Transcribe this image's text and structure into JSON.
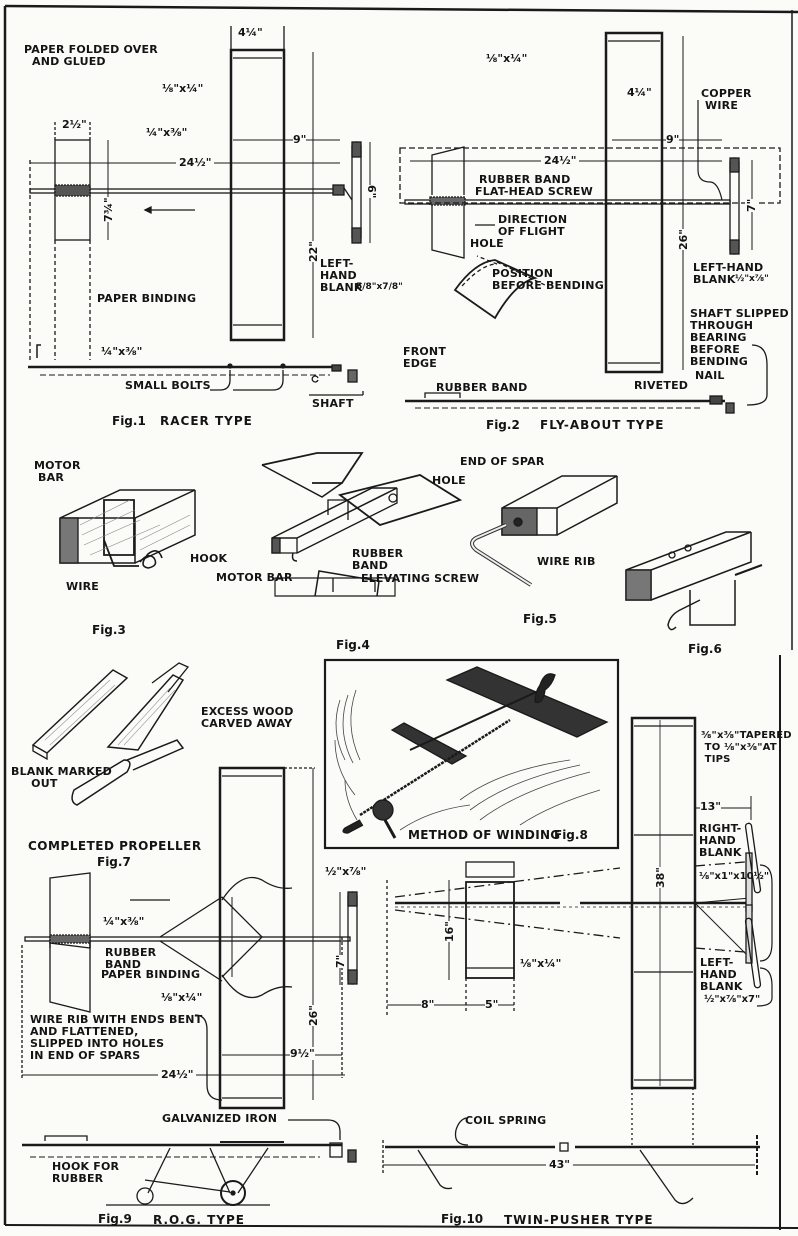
{
  "figures": {
    "fig1": {
      "number": "Fig.1",
      "title": "RACER TYPE",
      "labels": {
        "paper_folded": "PAPER FOLDED OVER\n  AND GLUED",
        "paper_binding": "PAPER BINDING",
        "left_hand_blank": "LEFT-\nHAND\nBLANK",
        "left_hand_blank_size": "5/8\"x7/8\"",
        "small_bolts": "SMALL BOLTS",
        "shaft": "SHAFT"
      },
      "dimensions": {
        "wing_chord": "4¼\"",
        "spar": "⅛\"x¼\"",
        "stabilizer_chord": "2½\"",
        "motor_stick": "¼\"x⅜\"",
        "overall_length": "24½\"",
        "stabilizer_span": "7¾\"",
        "tail_gap": "9\"",
        "wingspan": "22\"",
        "propeller": "6\"",
        "side_stick": "¼\"x⅜\""
      }
    },
    "fig2": {
      "number": "Fig.2",
      "title": "FLY-ABOUT TYPE",
      "labels": {
        "copper_wire": "COPPER\n WIRE",
        "rubber_band": "RUBBER BAND",
        "flat_head_screw": "FLAT-HEAD SCREW",
        "direction": "DIRECTION\nOF FLIGHT",
        "hole": "HOLE",
        "position_before": "POSITION\nBEFORE BENDING",
        "front_edge": "FRONT\nEDGE",
        "left_hand_blank": "LEFT-HAND\nBLANK",
        "left_hand_blank_size": "½\"x⅞\"",
        "shaft_slipped": "SHAFT SLIPPED\nTHROUGH\nBEARING\nBEFORE\nBENDING",
        "nail": "NAIL",
        "riveted": "RIVETED",
        "rubber_band_side": "RUBBER BAND"
      },
      "dimensions": {
        "spar": "⅛\"x¼\"",
        "wing_chord": "4¼\"",
        "tail_gap": "9\"",
        "overall_length": "24½\"",
        "propeller": "7\"",
        "wingspan": "26\""
      }
    },
    "fig3": {
      "number": "Fig.3",
      "labels": {
        "motor_bar": "MOTOR\n BAR",
        "hook": "HOOK",
        "wire": "WIRE"
      }
    },
    "fig4": {
      "number": "Fig.4",
      "labels": {
        "hole": "HOLE",
        "rubber_band": "RUBBER\nBAND",
        "motor_bar": "MOTOR BAR",
        "elevating_screw": "ELEVATING SCREW"
      }
    },
    "fig5": {
      "number": "Fig.5",
      "labels": {
        "end_of_spar": "END OF SPAR",
        "wire_rib": "WIRE RIB"
      }
    },
    "fig6": {
      "number": "Fig.6"
    },
    "fig7": {
      "number": "Fig.7",
      "title": "COMPLETED PROPELLER",
      "labels": {
        "blank_marked_out": "BLANK MARKED\n     OUT",
        "excess_wood": "EXCESS WOOD\nCARVED AWAY"
      }
    },
    "fig8": {
      "number": "Fig.8",
      "title": "METHOD OF WINDING"
    },
    "fig9": {
      "number": "Fig.9",
      "title": "R.O.G. TYPE",
      "labels": {
        "rubber_band": "RUBBER\nBAND",
        "paper_binding": "PAPER BINDING",
        "wire_rib": "WIRE RIB WITH ENDS BENT\nAND FLATTENED,\nSLIPPED INTO HOLES\nIN END OF SPARS",
        "galvanized_iron": "GALVANIZED IRON",
        "hook_for_rubber": "HOOK FOR\nRUBBER"
      },
      "dimensions": {
        "motor_stick": "¼\"x⅜\"",
        "spar": "⅛\"x¼\"",
        "propeller_blank": "½\"x⅞\"",
        "propeller": "7\"",
        "wingspan": "26\"",
        "wing_chord": "9½\"",
        "overall_length": "24½\""
      }
    },
    "fig10": {
      "number": "Fig.10",
      "title": "TWIN-PUSHER TYPE",
      "labels": {
        "spar_taper": "⅜\"x⅜\"TAPERED\n TO ⅛\"x⅜\"AT\n TIPS",
        "right_hand_blank": "RIGHT-\nHAND\nBLANK",
        "left_hand_blank": "LEFT-\nHAND\nBLANK",
        "coil_spring": "COIL SPRING"
      },
      "dimensions": {
        "prop_spacing": "13\"",
        "bearing": "⅛\"x1\"x10½\"",
        "blank_size": "½\"x⅞\"x7\"",
        "wingspan": "38\"",
        "elevator_span": "16\"",
        "elevator_spar": "⅛\"x¼\"",
        "nose_gap": "8\"",
        "elevator_chord": "5\"",
        "overall_length": "43\""
      }
    }
  }
}
